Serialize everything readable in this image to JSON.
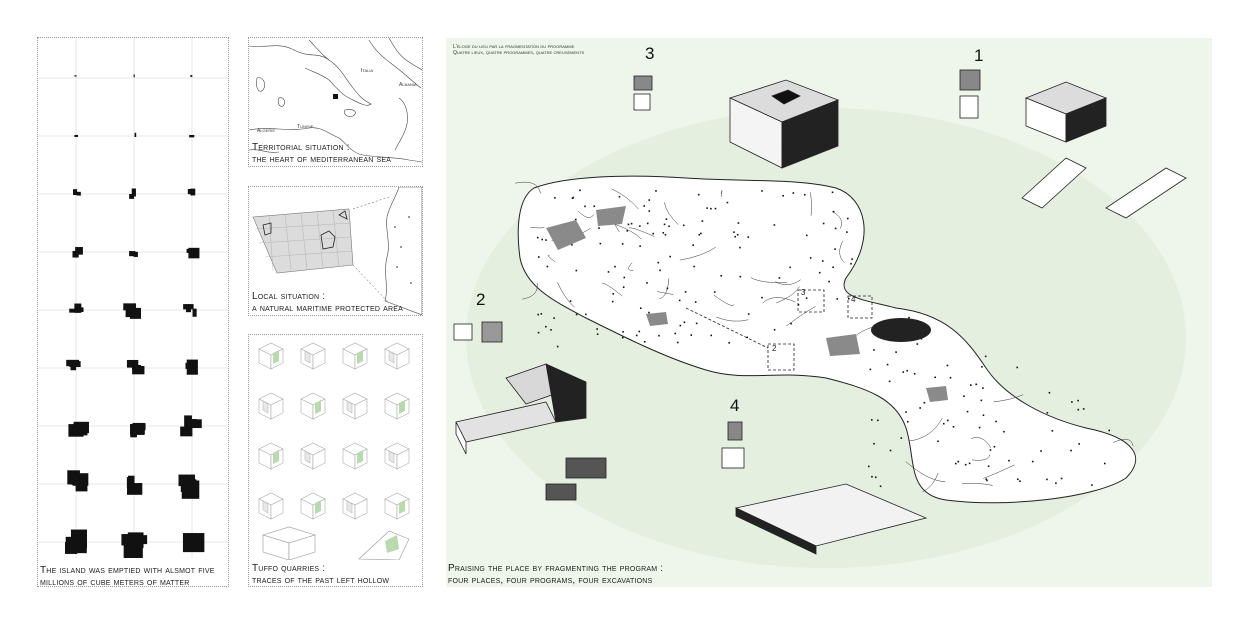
{
  "panel_mass": {
    "caption_line1": "The island was emptied with alsmot five",
    "caption_line2": "millions of cube meters of matter"
  },
  "panel_territorial": {
    "caption_line1": "Territorial situation :",
    "caption_line2": "the heart of mediterranean sea",
    "map_labels": [
      "Italia",
      "Albania",
      "Algerie",
      "Tunisie"
    ]
  },
  "panel_local": {
    "caption_line1": "Local situation :",
    "caption_line2": "a natural maritime protected area"
  },
  "panel_tuffo": {
    "caption_line1": "Tuffo quarries :",
    "caption_line2": "traces of the past left hollow"
  },
  "panel_main": {
    "header_line1": "L'éloge du lieu par la fragmentation du programme",
    "header_line2": "Quatre lieux, quatre programmes, quatre creusements",
    "caption_line1": "Praising the place by fragmenting the program :",
    "caption_line2": "four places, four programs, four excavations",
    "site_numbers": [
      "1",
      "2",
      "3",
      "4"
    ],
    "map_markers": [
      "2",
      "3",
      "4"
    ]
  },
  "colors": {
    "sea_green": "#eef5ea",
    "accent_green": "#b9d9b0",
    "ink": "#1b1b1b"
  }
}
